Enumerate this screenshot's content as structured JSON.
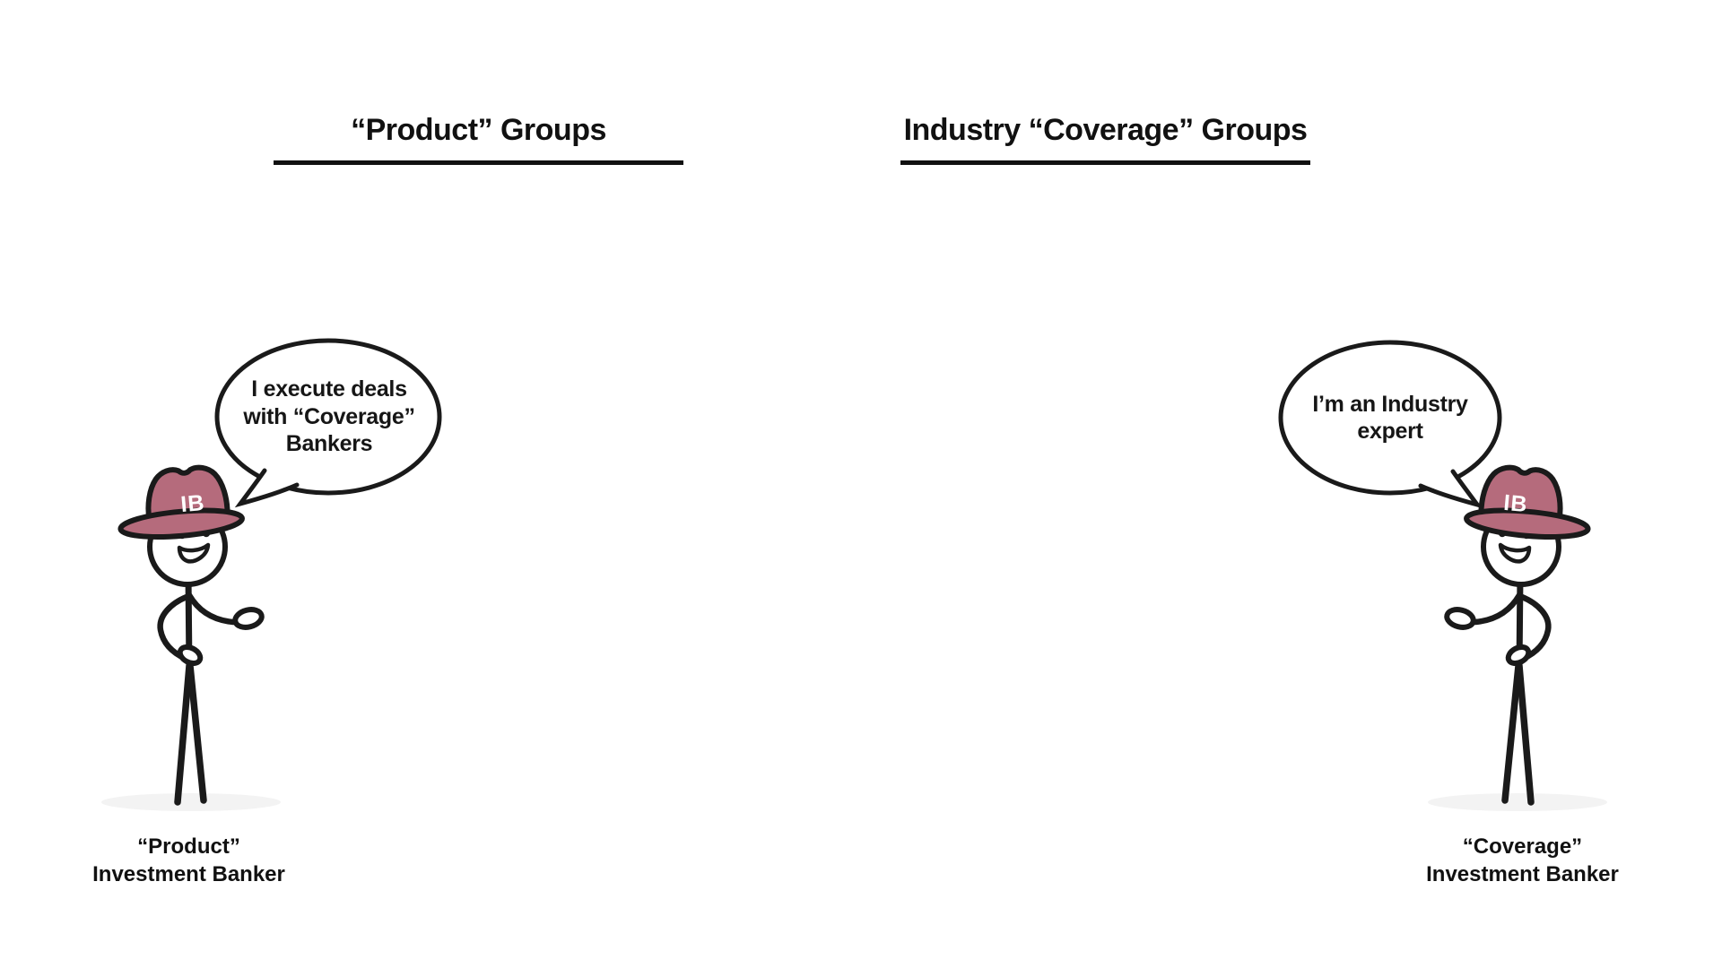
{
  "colors": {
    "background": "#ffffff",
    "outline": "#1a1a1a",
    "hat": "#b56b7c",
    "shadow": "#f3f3f3",
    "text": "#111111"
  },
  "left_panel": {
    "title": "“Product” Groups",
    "bubble_lines": [
      "I execute deals",
      "with “Coverage”",
      "Bankers"
    ],
    "hat_label": "IB",
    "caption_lines": [
      "“Product”",
      "Investment Banker"
    ]
  },
  "right_panel": {
    "title": "Industry “Coverage” Groups",
    "bubble_lines": [
      "I’m an Industry",
      "expert"
    ],
    "hat_label": "IB",
    "caption_lines": [
      "“Coverage”",
      "Investment Banker"
    ]
  }
}
